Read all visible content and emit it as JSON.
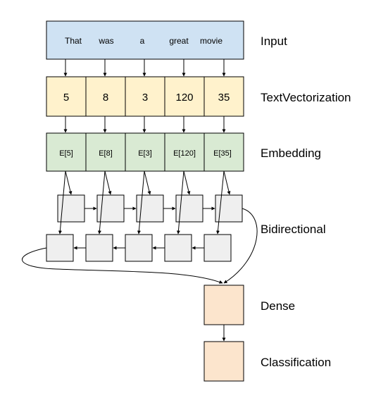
{
  "input": {
    "label": "Input",
    "words": [
      "That",
      "was",
      "a",
      "great",
      "movie"
    ]
  },
  "text_vectorization": {
    "label": "TextVectorization",
    "tokens": [
      "5",
      "8",
      "3",
      "120",
      "35"
    ]
  },
  "embedding": {
    "label": "Embedding",
    "vectors": [
      "E[5]",
      "E[8]",
      "E[3]",
      "E[120]",
      "E[35]"
    ]
  },
  "bidirectional": {
    "label": "Bidirectional"
  },
  "dense": {
    "label": "Dense"
  },
  "classification": {
    "label": "Classification"
  },
  "colors": {
    "input_fill": "#cfe2f3",
    "vectorization_fill": "#fff2cc",
    "embedding_fill": "#d9ead3",
    "rnn_cell_fill": "#efefef",
    "dense_fill": "#fce5cd",
    "stroke": "#000000"
  }
}
